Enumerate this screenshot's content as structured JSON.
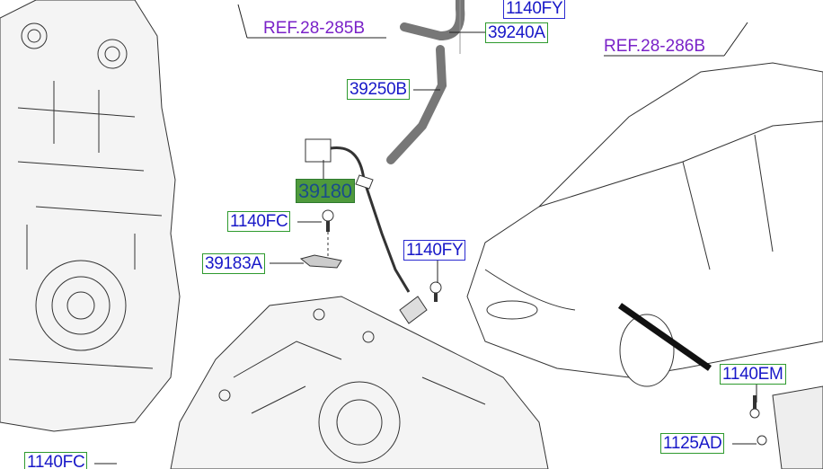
{
  "diagram": {
    "labels": {
      "ref_285b": "REF.28-285B",
      "ref_286b": "REF.28-286B",
      "p1140fy_top": "1140FY",
      "p39240a": "39240A",
      "p39250b": "39250B",
      "p39180": "39180",
      "p1140fc": "1140FC",
      "p39183a": "39183A",
      "p1140fy": "1140FY",
      "p1140em": "1140EM",
      "p1125ad": "1125AD",
      "p1140fc_bottom": "1140FC"
    },
    "colors": {
      "part_text": "#1818c8",
      "ref_text": "#7a22c8",
      "label_border": "#2e9a2e",
      "selected_fill": "#4f9a3c"
    }
  }
}
